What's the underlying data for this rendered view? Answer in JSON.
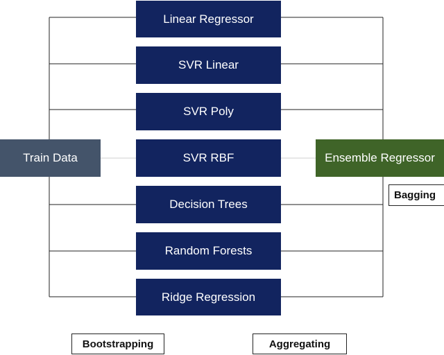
{
  "diagram": {
    "input": "Train Data",
    "output": "Ensemble Regressor",
    "models": [
      "Linear Regressor",
      "SVR Linear",
      "SVR Poly",
      "SVR RBF",
      "Decision Trees",
      "Random Forests",
      "Ridge Regression"
    ],
    "labels": {
      "bagging": "Bagging",
      "bootstrapping": "Bootstrapping",
      "aggregating": "Aggregating"
    },
    "colors": {
      "model_box": "#12245f",
      "input_box": "#44546a",
      "output_box": "#3f6428",
      "connector": "#222222"
    }
  }
}
